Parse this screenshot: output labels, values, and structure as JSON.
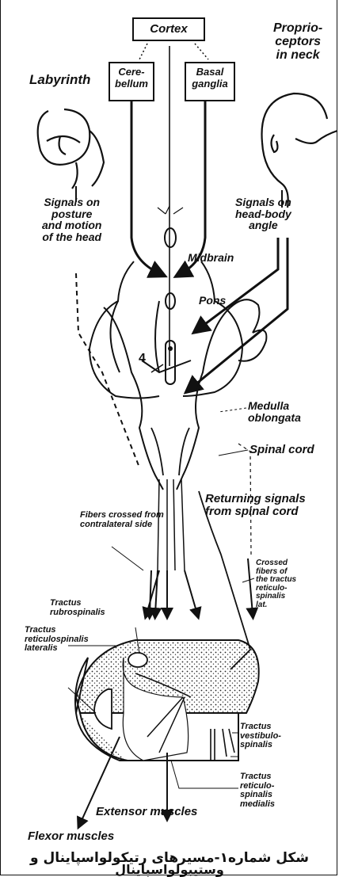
{
  "boxes": {
    "cortex": "Cortex",
    "cerebellum": "Cere-\nbellum",
    "basal_ganglia": "Basal\nganglia"
  },
  "labels": {
    "labyrinth": "Labyrinth",
    "proprioceptors": "Proprio-\nceptors\nin neck",
    "signals_posture": "Signals on\nposture\nand motion\nof the head",
    "signals_head_body": "Signals on\nhead-body\nangle",
    "midbrain": "Midbrain",
    "pons": "Pons",
    "medulla": "Medulla\noblongata",
    "spinal_cord": "Spinal cord",
    "returning_signals": "Returning signals\nfrom spinal cord",
    "fibers_crossed": "Fibers crossed from\ncontralateral side",
    "crossed_fibers": "Crossed\nfibers of\nthe tractus\nreticulo-\nspinalis\nlat.",
    "tractus_rubro": "Tractus\nrubrospinalis",
    "tractus_reticulo_lat": "Tractus\nreticulospinalis\nlateralis",
    "tractus_vestibulo": "Tractus\nvestibulo-\nspinalis",
    "tractus_reticulo_med": "Tractus\nreticulo-\nspinalis\nmedialis",
    "extensor": "Extensor muscles",
    "flexor": "Flexor muscles",
    "marker": "4"
  },
  "caption": {
    "line1": "شکل شماره۱-مسیرهای رتیکولواسپاینال و",
    "line2": "وستیبولواسپاینال"
  }
}
